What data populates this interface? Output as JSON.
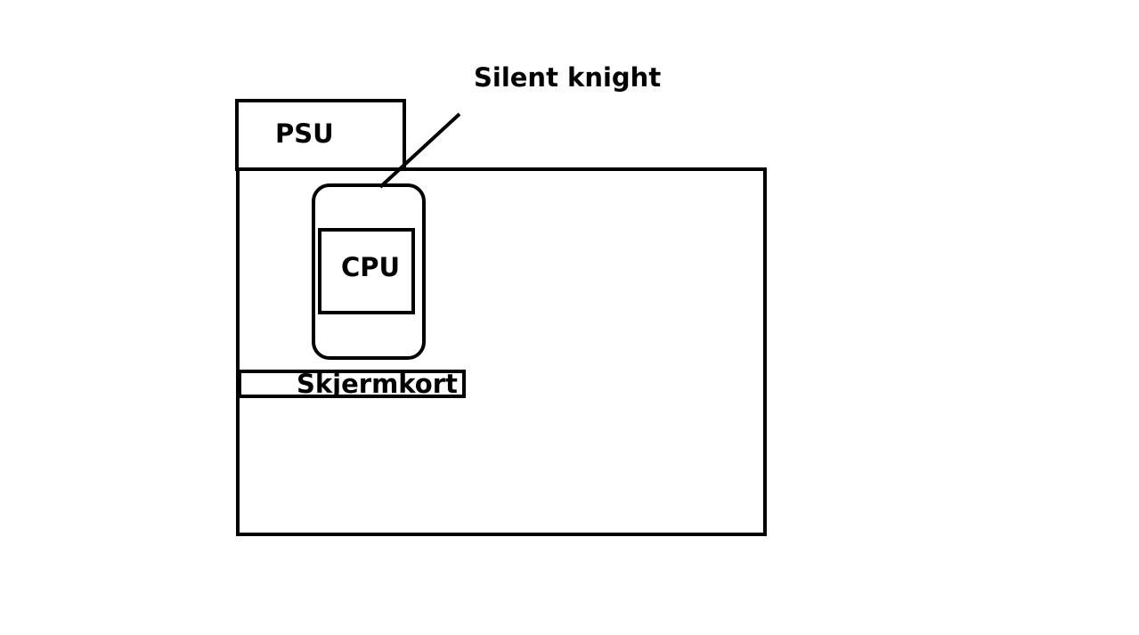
{
  "labels": {
    "psu": "PSU",
    "cpu": "CPU",
    "graphics_card": "Skjermkort",
    "cooler": "Silent knight"
  },
  "colors": {
    "background": "#ffffff",
    "stroke": "#000000"
  }
}
